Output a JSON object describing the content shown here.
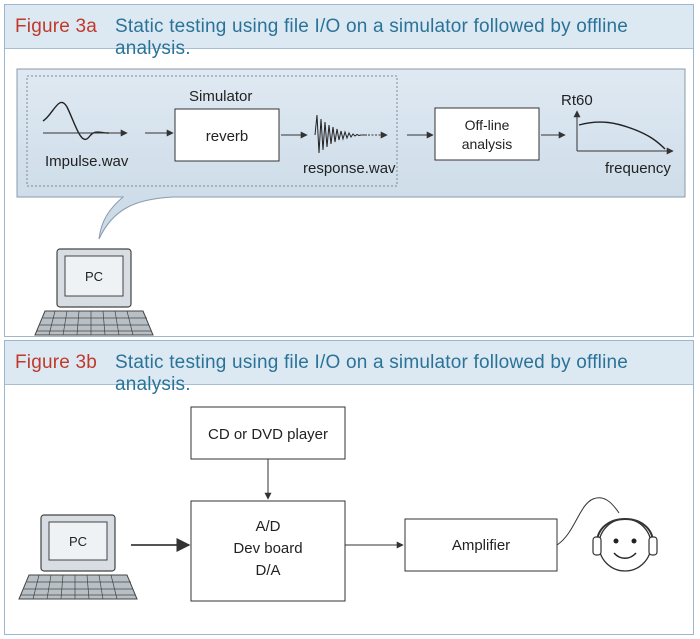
{
  "figure_a": {
    "label": "Figure 3a",
    "caption": "Static testing using file I/O on a simulator followed by offline analysis.",
    "nodes": {
      "input_file": "Impulse.wav",
      "simulator_title": "Simulator",
      "reverb": "reverb",
      "output_file": "response.wav",
      "analysis_line1": "Off-line",
      "analysis_line2": "analysis",
      "plot_ylabel": "Rt60",
      "plot_xlabel": "frequency"
    },
    "computer_screen": "PC"
  },
  "figure_b": {
    "label": "Figure 3b",
    "caption": "Static testing using file I/O on a simulator followed by offline analysis.",
    "nodes": {
      "player": "CD or DVD player",
      "board_line1": "A/D",
      "board_line2": "Dev board",
      "board_line3": "D/A",
      "amplifier": "Amplifier"
    },
    "computer_screen": "PC"
  },
  "colors": {
    "label_red": "#c0392b",
    "caption_blue": "#2a7398",
    "header_bg": "#dde9f2",
    "callout_bg": "#d6e3ee"
  },
  "icons": [
    "pc-computer-icon",
    "headphones-face-icon"
  ]
}
